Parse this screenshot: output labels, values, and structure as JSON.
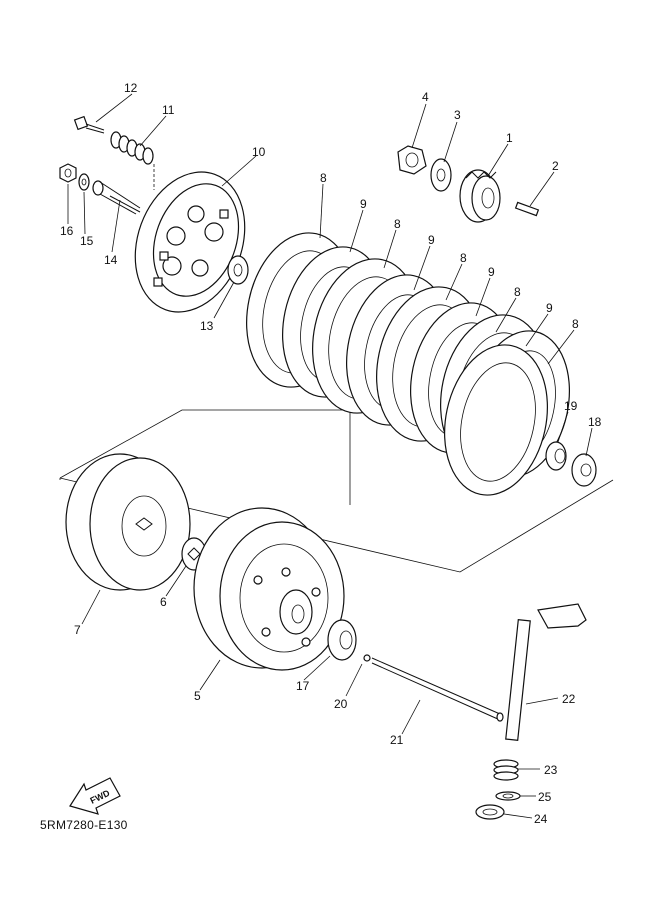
{
  "diagram": {
    "ref_code": "5RM7280-E130",
    "fwd_label": "FWD",
    "callouts": [
      "1",
      "2",
      "3",
      "4",
      "5",
      "6",
      "7",
      "8",
      "9",
      "10",
      "11",
      "12",
      "13",
      "14",
      "15",
      "16",
      "17",
      "18",
      "19",
      "20",
      "21",
      "22",
      "23",
      "24",
      "25"
    ],
    "callout_8": "8",
    "callout_9": "9"
  }
}
